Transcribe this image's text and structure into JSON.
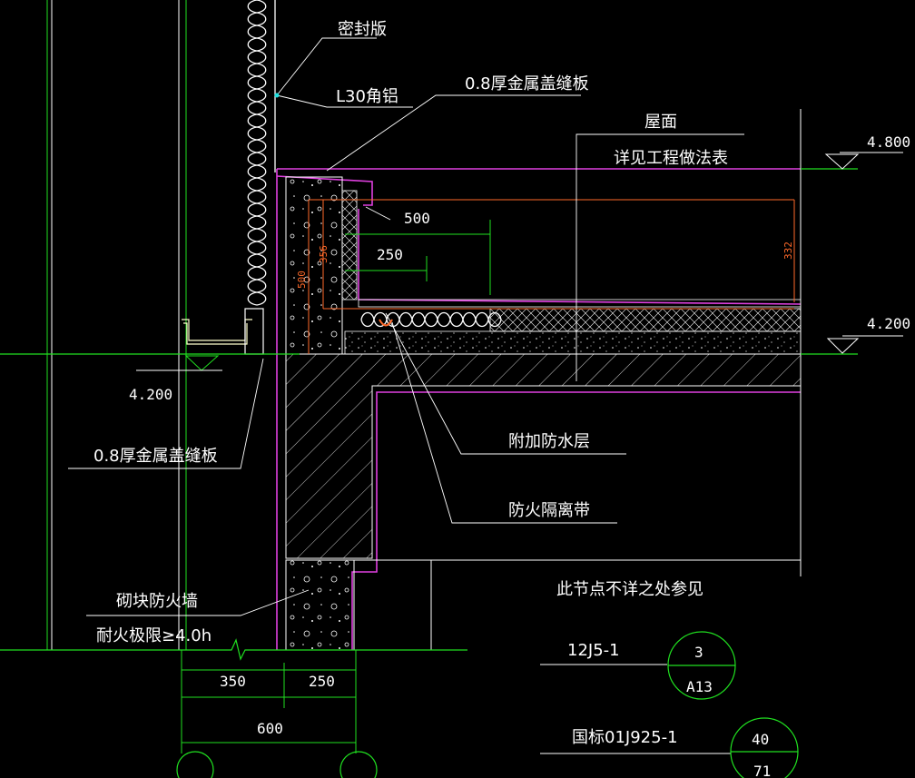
{
  "colors": {
    "background": "#000000",
    "line": "#ffffff",
    "magenta": "#e040e0",
    "green": "#20e020",
    "orange": "#ff6a2a",
    "cyan": "#20e0e0"
  },
  "labels": {
    "seal_plate": "密封版",
    "angle_alu": "L30角铝",
    "metal_cover_top": "0.8厚金属盖缝板",
    "roof": "屋面",
    "roof_detail": "详见工程做法表",
    "extra_waterproof": "附加防水层",
    "fire_strip": "防火隔离带",
    "metal_cover_left": "0.8厚金属盖缝板",
    "block_wall": "砌块防火墙",
    "fire_rating": "耐火极限≥4.0h",
    "see_note": "此节点不详之处参见",
    "ref1": "12J5-1",
    "ref2": "国标01J925-1"
  },
  "elevations": {
    "top_right": "4.800",
    "mid_right": "4.200",
    "left": "4.200"
  },
  "dimensions": {
    "d500_h": "500",
    "d250_h": "250",
    "d500_v": "500",
    "d356_v": "356",
    "d332_v": "332",
    "bottom_350": "350",
    "bottom_250": "250",
    "bottom_600": "600"
  },
  "detail_refs": [
    {
      "top": "3",
      "bottom": "A13"
    },
    {
      "top": "40",
      "bottom": "71"
    }
  ]
}
